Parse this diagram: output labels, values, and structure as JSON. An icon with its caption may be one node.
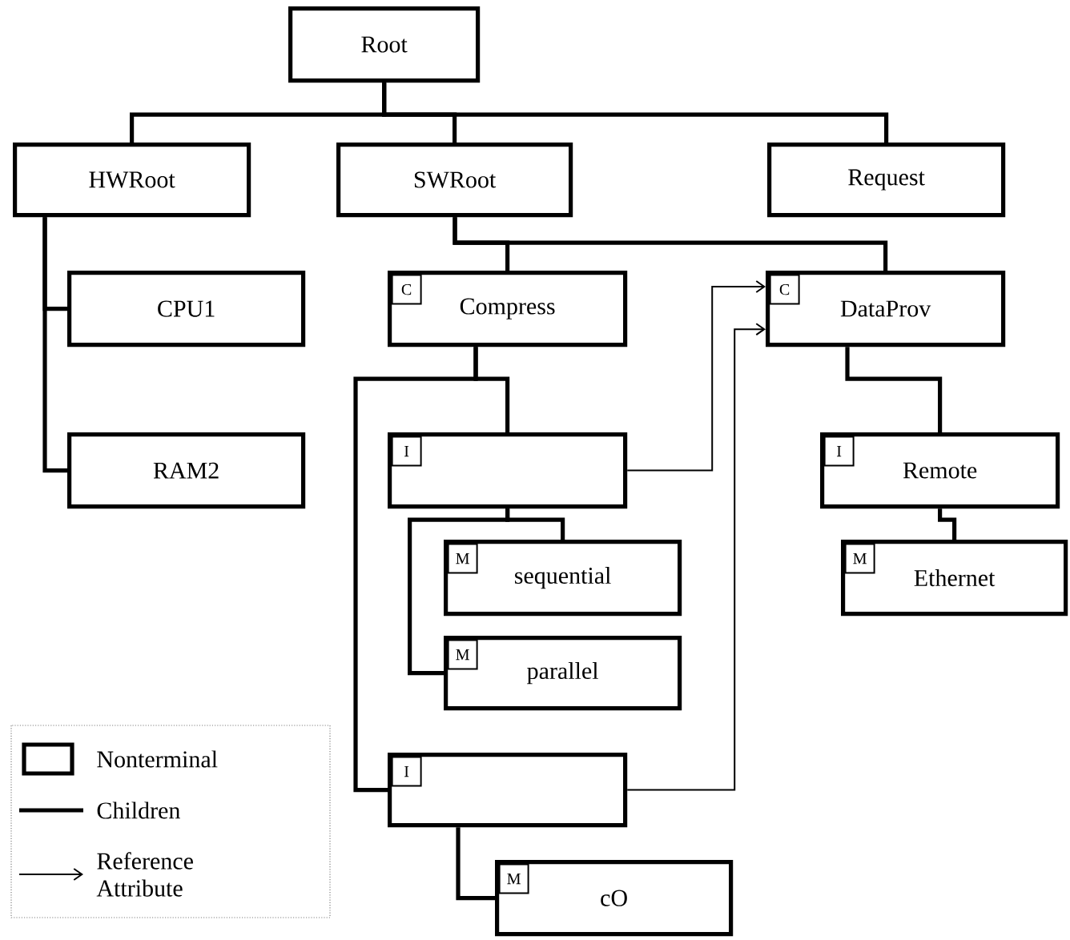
{
  "diagram": {
    "nodes": [
      {
        "text": [
          "Root"
        ]
      },
      {
        "text": [
          "HWRoot"
        ]
      },
      {
        "text": [
          "SWRoot"
        ]
      },
      {
        "text": [
          "Request"
        ]
      },
      {
        "text": [
          "CPU1"
        ]
      },
      {
        "text": [
          "Compress"
        ]
      },
      {
        "text": [
          "C"
        ],
        "in": 5
      },
      {
        "text": [
          "DataProv"
        ]
      },
      {
        "text": [
          "C"
        ],
        "in": 7
      },
      {
        "text": [
          "RAM2"
        ]
      },
      {
        "text": [],
        "shape": "box"
      },
      {
        "text": [
          "I"
        ],
        "in": 10
      },
      {
        "text": [
          "Remote"
        ]
      },
      {
        "text": [
          "I"
        ],
        "in": 12
      },
      {
        "text": [
          "sequential"
        ]
      },
      {
        "text": [
          "M"
        ],
        "in": 14
      },
      {
        "text": [
          "Ethernet"
        ]
      },
      {
        "text": [
          "M"
        ],
        "in": 16
      },
      {
        "text": [
          "parallel"
        ]
      },
      {
        "text": [
          "M"
        ],
        "in": 18
      },
      {
        "text": [],
        "shape": "box"
      },
      {
        "text": [
          "I"
        ],
        "in": 20
      },
      {
        "text": [
          "cO"
        ]
      },
      {
        "text": [
          "M"
        ],
        "in": 22
      }
    ],
    "edges": [
      {
        "from": 0,
        "to": 1,
        "arrow": "none"
      },
      {
        "from": 0,
        "to": 2,
        "arrow": "none"
      },
      {
        "from": 0,
        "to": 3,
        "arrow": "none"
      },
      {
        "from": 1,
        "to": 4,
        "arrow": "none"
      },
      {
        "from": 1,
        "to": 9,
        "arrow": "none"
      },
      {
        "from": 2,
        "to": 5,
        "arrow": "none"
      },
      {
        "from": 2,
        "to": 7,
        "arrow": "none"
      },
      {
        "from": 5,
        "to": 10,
        "arrow": "none"
      },
      {
        "from": 5,
        "to": 20,
        "arrow": "none"
      },
      {
        "from": 10,
        "to": 14,
        "arrow": "none"
      },
      {
        "from": 10,
        "to": 18,
        "arrow": "none"
      },
      {
        "from": 7,
        "to": 12,
        "arrow": "none"
      },
      {
        "from": 12,
        "to": 16,
        "arrow": "none"
      },
      {
        "from": 20,
        "to": 22,
        "arrow": "none"
      },
      {
        "from": 10,
        "to": 7,
        "arrow": "to"
      },
      {
        "from": 20,
        "to": 7,
        "arrow": "to"
      }
    ],
    "legend": [
      {
        "text": "Nonterminal"
      },
      {
        "text": "Children"
      },
      {
        "text": "Reference Attribute"
      }
    ]
  }
}
